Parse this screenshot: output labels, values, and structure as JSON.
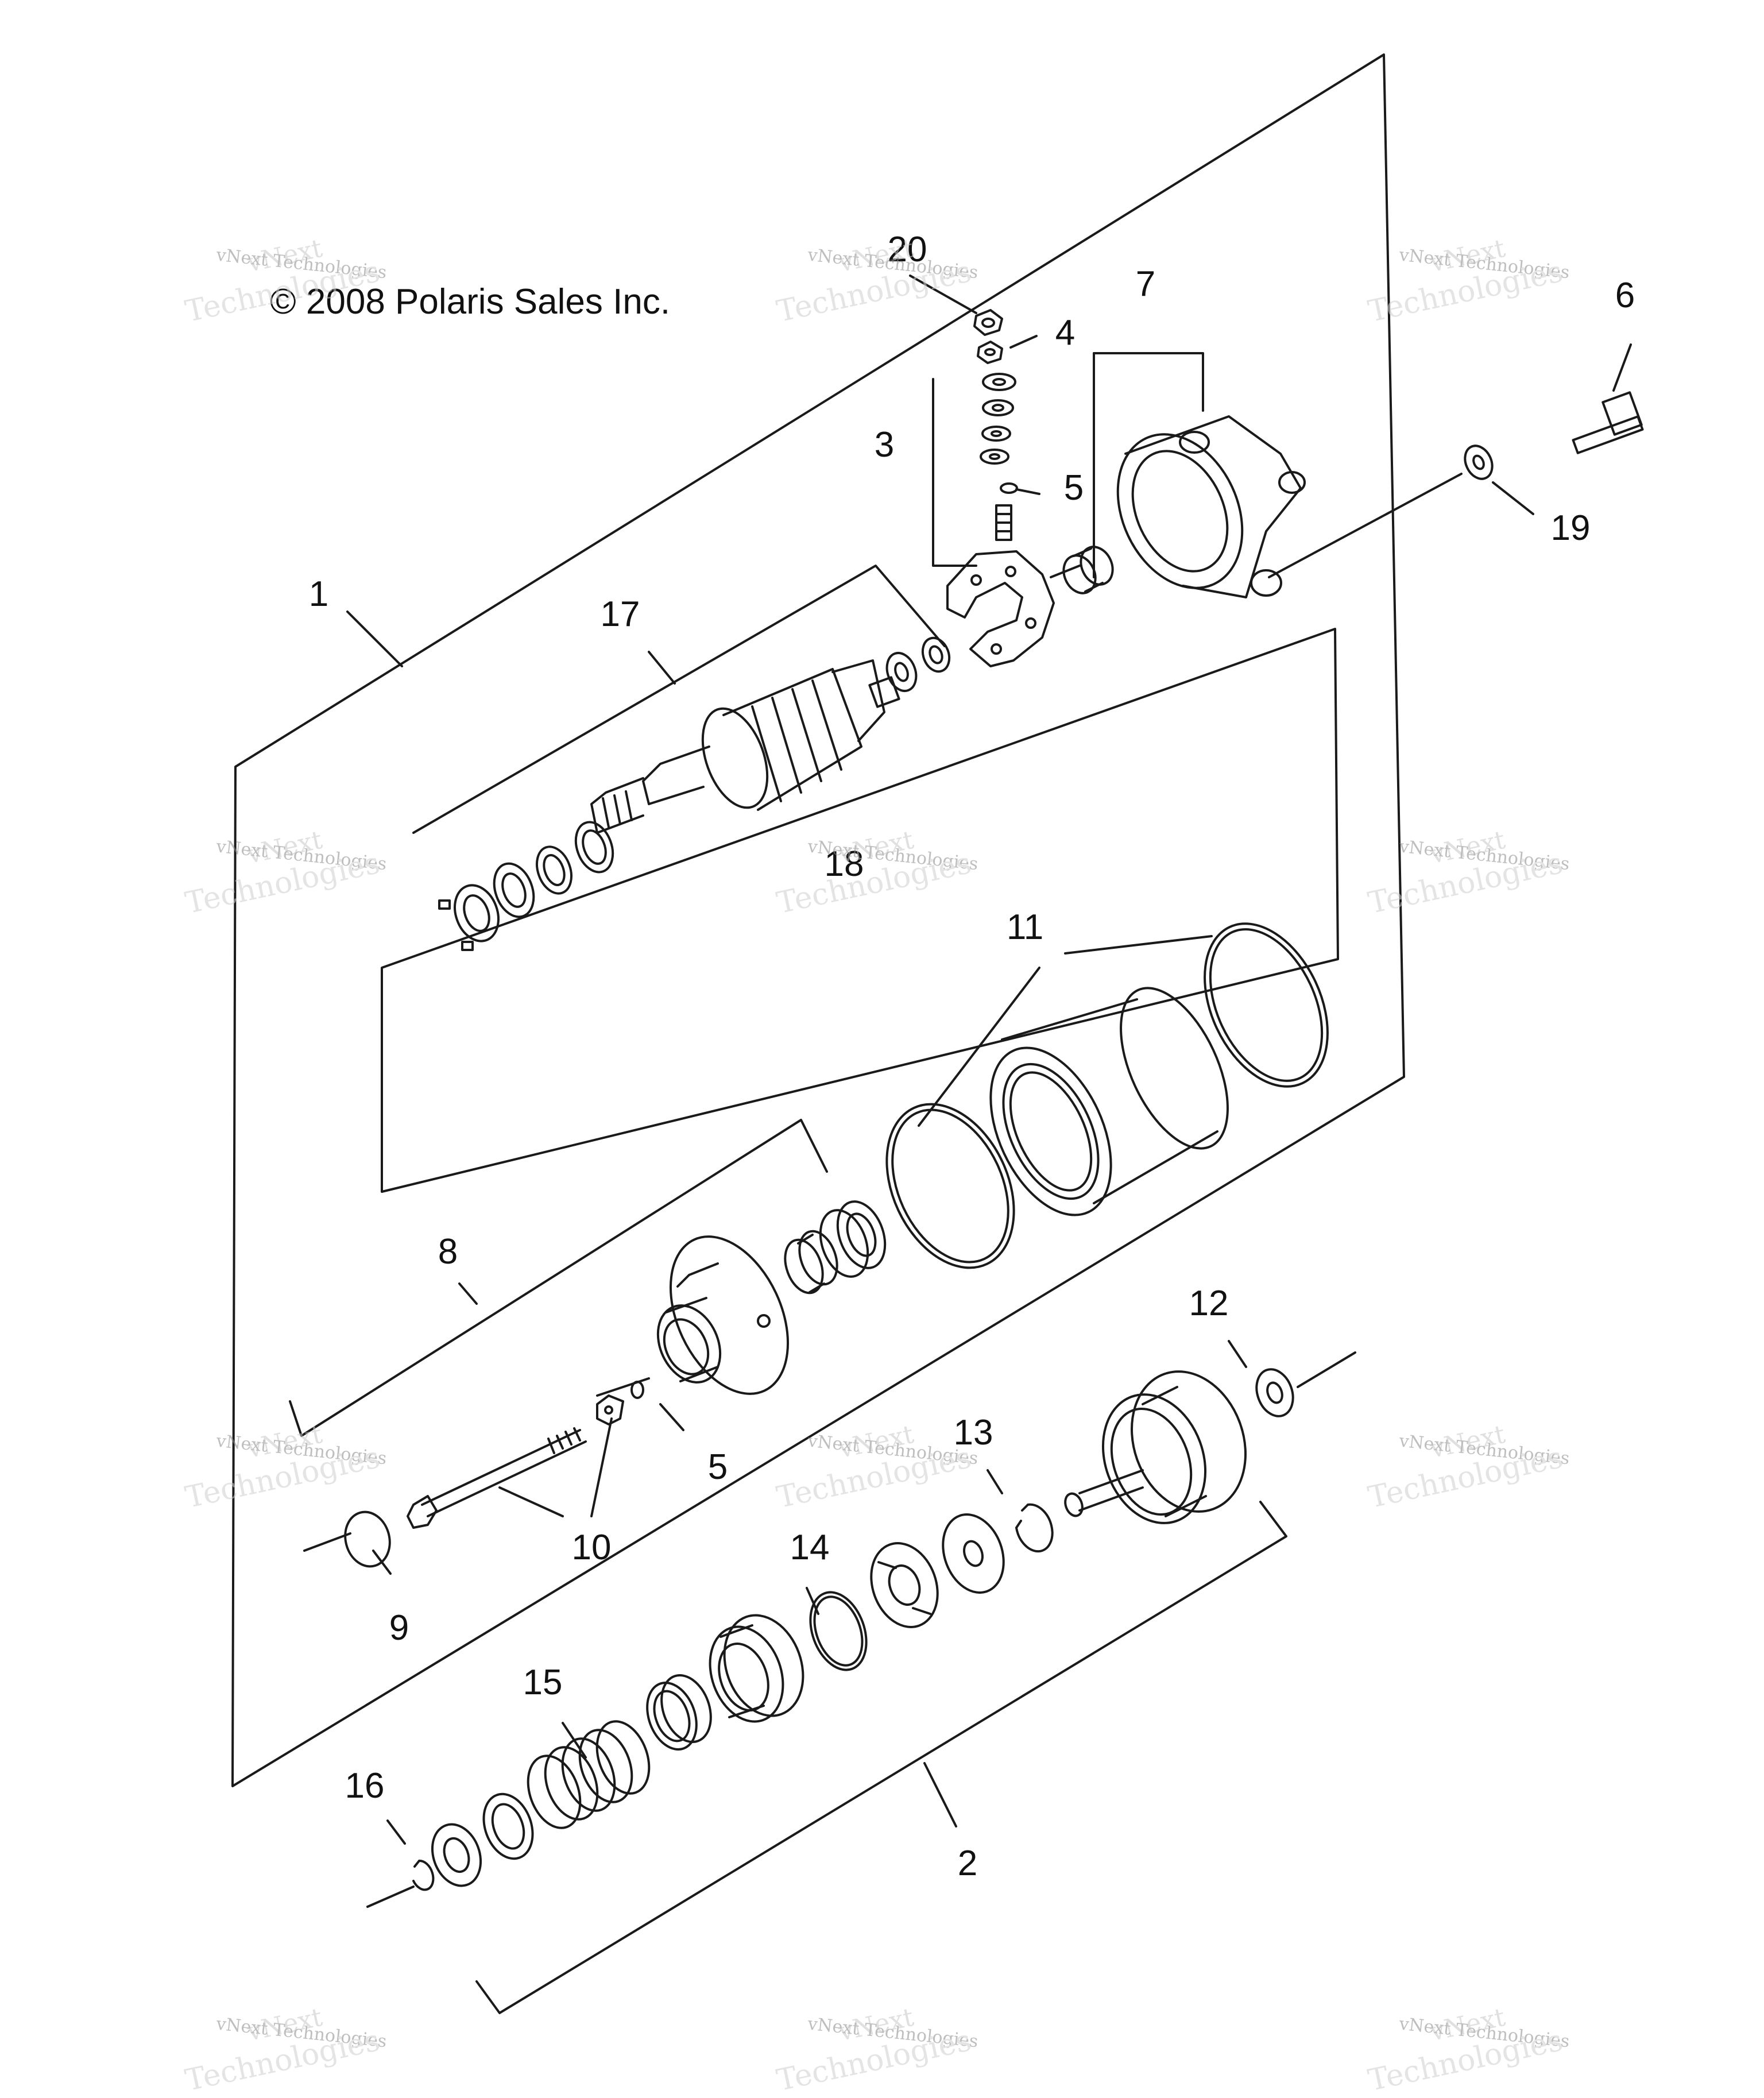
{
  "copyright": "© 2008 Polaris Sales Inc.",
  "watermark": {
    "line1": "vNext",
    "line2": "vNext Technologies",
    "line3": "Technologies"
  },
  "callouts": [
    {
      "id": "c1",
      "label": "1"
    },
    {
      "id": "c2",
      "label": "2"
    },
    {
      "id": "c3",
      "label": "3"
    },
    {
      "id": "c4",
      "label": "4"
    },
    {
      "id": "c5a",
      "label": "5"
    },
    {
      "id": "c5b",
      "label": "5"
    },
    {
      "id": "c6",
      "label": "6"
    },
    {
      "id": "c7",
      "label": "7"
    },
    {
      "id": "c8",
      "label": "8"
    },
    {
      "id": "c9",
      "label": "9"
    },
    {
      "id": "c10",
      "label": "10"
    },
    {
      "id": "c11",
      "label": "11"
    },
    {
      "id": "c12",
      "label": "12"
    },
    {
      "id": "c13",
      "label": "13"
    },
    {
      "id": "c14",
      "label": "14"
    },
    {
      "id": "c15",
      "label": "15"
    },
    {
      "id": "c16",
      "label": "16"
    },
    {
      "id": "c17",
      "label": "17"
    },
    {
      "id": "c18",
      "label": "18"
    },
    {
      "id": "c19",
      "label": "19"
    },
    {
      "id": "c20",
      "label": "20"
    }
  ],
  "colors": {
    "line": "#1a1a1a",
    "background": "#ffffff",
    "watermark": "#c8c8c8"
  }
}
